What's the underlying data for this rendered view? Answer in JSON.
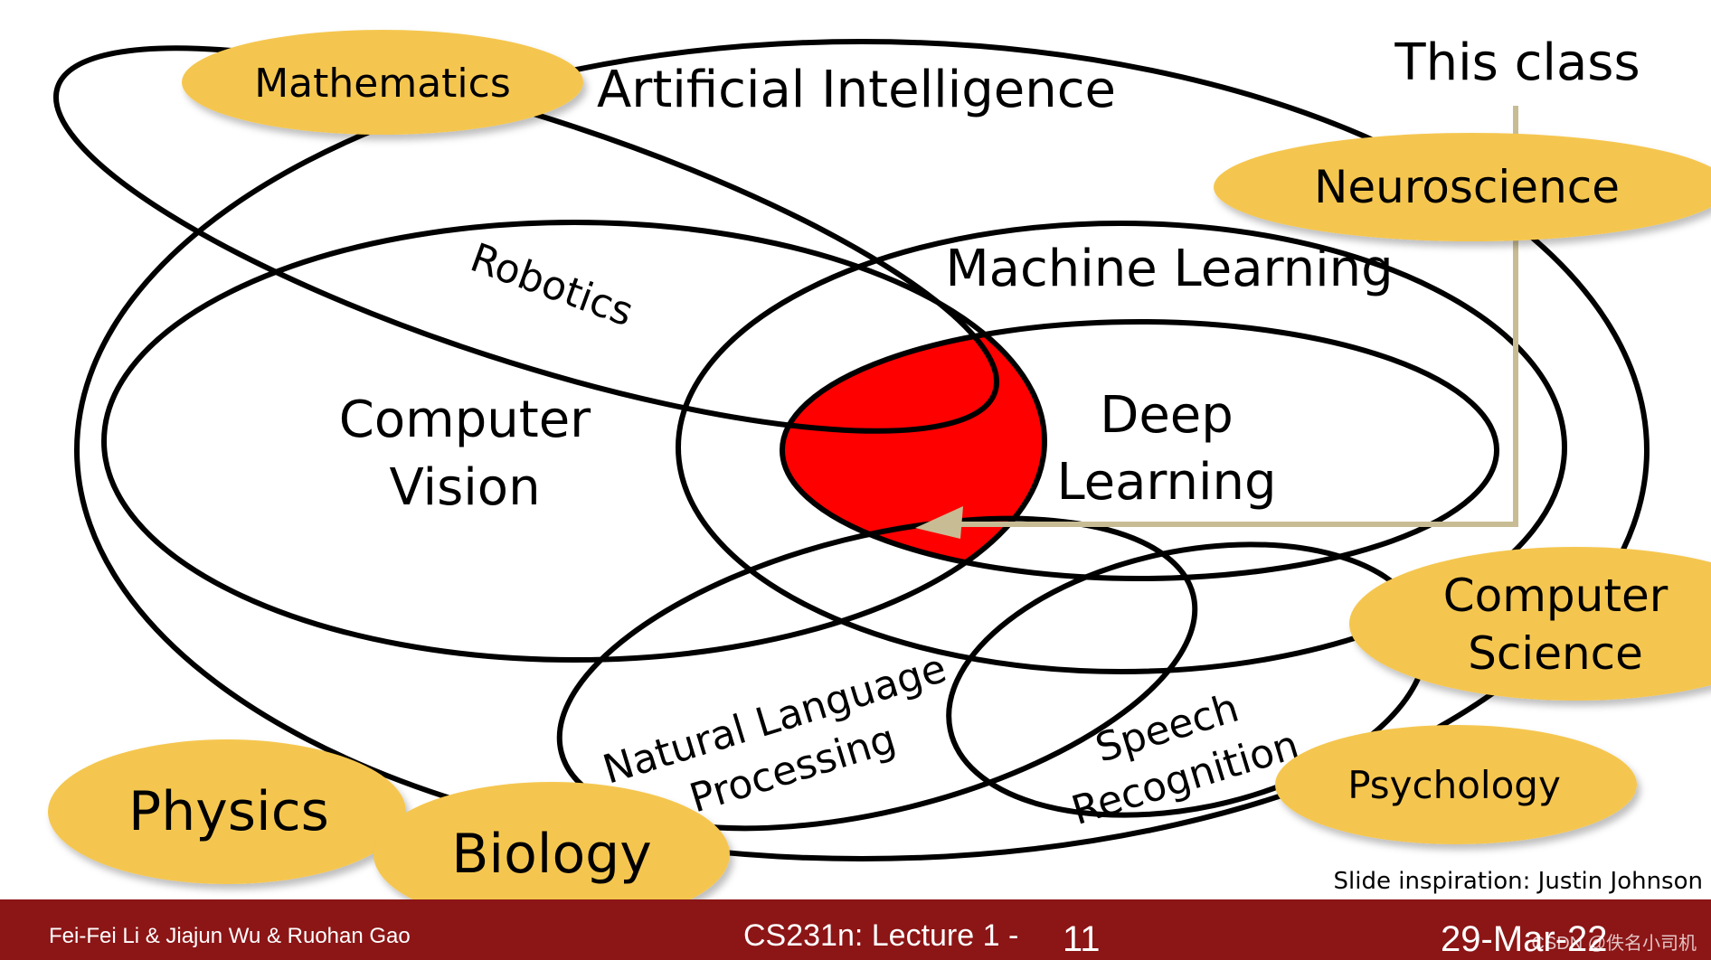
{
  "diagram": {
    "regions": {
      "artificial_intelligence": "Artificial Intelligence",
      "machine_learning": "Machine Learning",
      "deep_learning_line1": "Deep",
      "deep_learning_line2": "Learning",
      "computer_vision_line1": "Computer",
      "computer_vision_line2": "Vision",
      "robotics": "Robotics",
      "nlp_line1": "Natural Language",
      "nlp_line2": "Processing",
      "speech_line1": "Speech",
      "speech_line2": "Recognition"
    },
    "disciplines": {
      "mathematics": "Mathematics",
      "neuroscience": "Neuroscience",
      "computer_science_line1": "Computer",
      "computer_science_line2": "Science",
      "psychology": "Psychology",
      "physics": "Physics",
      "biology": "Biology"
    },
    "this_class_label": "This class",
    "inspiration": "Slide inspiration: Justin Johnson"
  },
  "footer": {
    "authors": "Fei-Fei Li & Jiajun Wu & Ruohan Gao",
    "course": "CS231n: Lecture 1 -",
    "slide_number": "11",
    "date": "29-Mar-22",
    "watermark": "CSDN @佚名小司机"
  },
  "colors": {
    "bubble_fill": "#F5C64F",
    "highlight_red": "#FF0000",
    "pointer_tan": "#C8BC94",
    "footer_bg": "#8C1516"
  }
}
